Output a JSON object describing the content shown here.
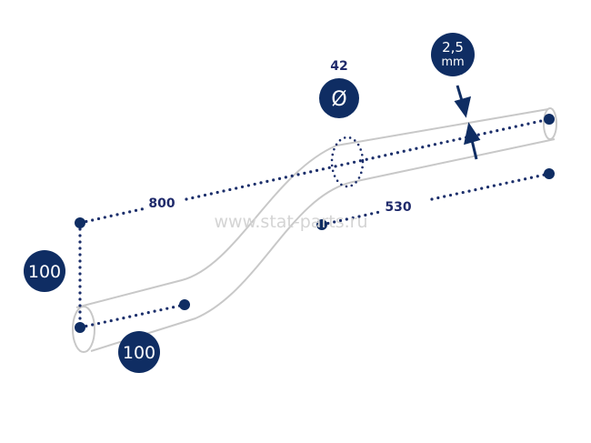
{
  "watermark": "www.stat-parts.ru",
  "dimensions": {
    "length_total": "800",
    "length_straight": "530",
    "offset_vertical": "100",
    "offset_end": "100",
    "diameter_value": "42",
    "diameter_symbol": "Ø",
    "wall_thickness_value": "2,5",
    "wall_thickness_unit": "mm"
  },
  "colors": {
    "accent": "#0f2d63",
    "label": "#1f2a6b",
    "pipe": "#c8c8c8"
  }
}
